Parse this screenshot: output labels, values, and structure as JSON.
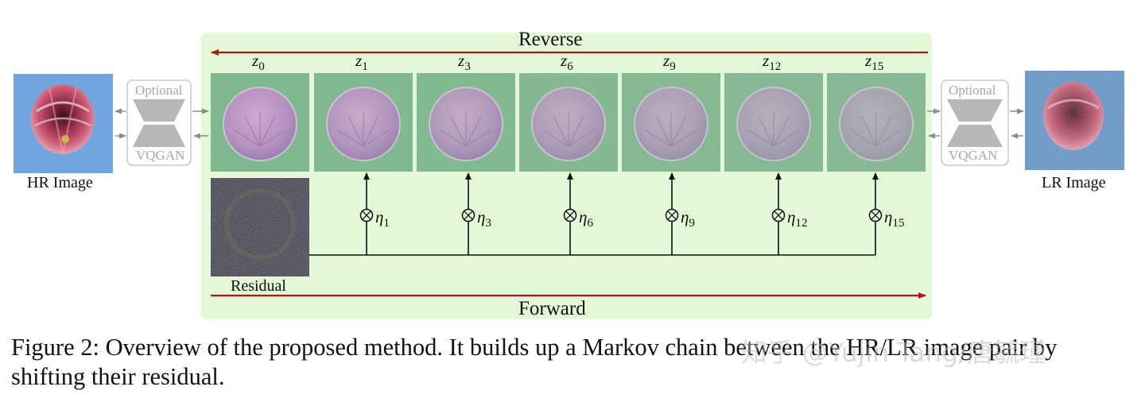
{
  "diagram": {
    "reverse_label": "Reverse",
    "forward_label": "Forward",
    "hr_label": "HR Image",
    "lr_label": "LR Image",
    "residual_label": "Residual",
    "vqgan_left": {
      "top": "Optional",
      "bottom": "VQGAN"
    },
    "vqgan_right": {
      "top": "Optional",
      "bottom": "VQGAN"
    },
    "latents": [
      {
        "var": "z",
        "sub": "0"
      },
      {
        "var": "z",
        "sub": "1"
      },
      {
        "var": "z",
        "sub": "3"
      },
      {
        "var": "z",
        "sub": "6"
      },
      {
        "var": "z",
        "sub": "9"
      },
      {
        "var": "z",
        "sub": "12"
      },
      {
        "var": "z",
        "sub": "15"
      }
    ],
    "etas": [
      {
        "var": "η",
        "sub": "1"
      },
      {
        "var": "η",
        "sub": "3"
      },
      {
        "var": "η",
        "sub": "6"
      },
      {
        "var": "η",
        "sub": "9"
      },
      {
        "var": "η",
        "sub": "12"
      },
      {
        "var": "η",
        "sub": "15"
      }
    ],
    "colors": {
      "panel": "#e4f7d6",
      "arrow_red": "#b01818",
      "latent_bg": "#79b98a",
      "balloon": "#c79ac9",
      "sky_hr": "#6fa6e0",
      "sky_lr": "#5d95cf",
      "gray_arrow": "#8c8c8c"
    }
  },
  "caption": {
    "text": "Figure 2: Overview of the proposed method. It builds up a Markov chain between the HR/LR image pair by shifting their residual."
  },
  "watermark": "知乎 @Yujin Tang/唐毓瑾"
}
